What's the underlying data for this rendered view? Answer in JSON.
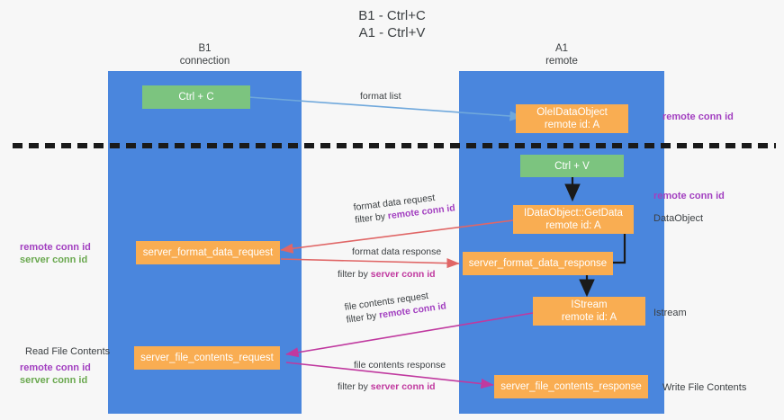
{
  "title": {
    "line1": "B1 - Ctrl+C",
    "line2": "A1 - Ctrl+V"
  },
  "lanes": [
    {
      "id": "b1",
      "name": "B1",
      "role": "connection"
    },
    {
      "id": "a1",
      "name": "A1",
      "role": "remote"
    }
  ],
  "colors": {
    "lane": "#4a86dd",
    "green_box": "#7cc47f",
    "orange_box": "#f9ad52",
    "remote_conn_id": "#a23fc0",
    "server_conn_id": "#6aa84f",
    "server_conn_id_label": "#c0399f",
    "arrow_format_list": "#6fa8dc",
    "arrow_format_data": "#e06666",
    "arrow_file_contents": "#c0399f",
    "arrow_black": "#1a1a1a",
    "divider": "#1a1a1a"
  },
  "boxes": {
    "ctrl_c": {
      "label": "Ctrl + C"
    },
    "ole_dataobject": {
      "line1": "OleIDataObject",
      "line2": "remote id: A"
    },
    "ctrl_v": {
      "label": "Ctrl + V"
    },
    "getdata": {
      "line1": "IDataObject::GetData",
      "line2": "remote id: A"
    },
    "server_format_data_request": {
      "label": "server_format_data_request"
    },
    "server_format_data_response": {
      "label": "server_format_data_response"
    },
    "istream": {
      "line1": "IStream",
      "line2": "remote id: A"
    },
    "server_file_contents_request": {
      "label": "server_file_contents_request"
    },
    "server_file_contents_response": {
      "label": "server_file_contents_response"
    }
  },
  "edge_labels": {
    "format_list": "format list",
    "format_data_request": "format data request",
    "format_data_request_filter_prefix": "filter by ",
    "format_data_request_filter_key": "remote conn id",
    "format_data_response": "format data response",
    "format_data_response_filter_prefix": "filter by ",
    "format_data_response_filter_key": "server conn id",
    "file_contents_request": "file contents request",
    "file_contents_request_filter_prefix": "filter by ",
    "file_contents_request_filter_key": "remote conn id",
    "file_contents_response": "file contents response",
    "file_contents_response_filter_prefix": "filter by ",
    "file_contents_response_filter_key": "server conn id"
  },
  "annotations": {
    "right_remote_conn_id_1": "remote conn id",
    "right_remote_conn_id_2": "remote conn id",
    "right_dataobject": "DataObject",
    "right_istream": "Istream",
    "right_write_file_contents": "Write File Contents",
    "left_remote_conn_id_1": "remote conn id",
    "left_server_conn_id_1": "server conn id",
    "left_read_file_contents": "Read File Contents",
    "left_remote_conn_id_2": "remote conn id",
    "left_server_conn_id_2": "server conn id"
  }
}
